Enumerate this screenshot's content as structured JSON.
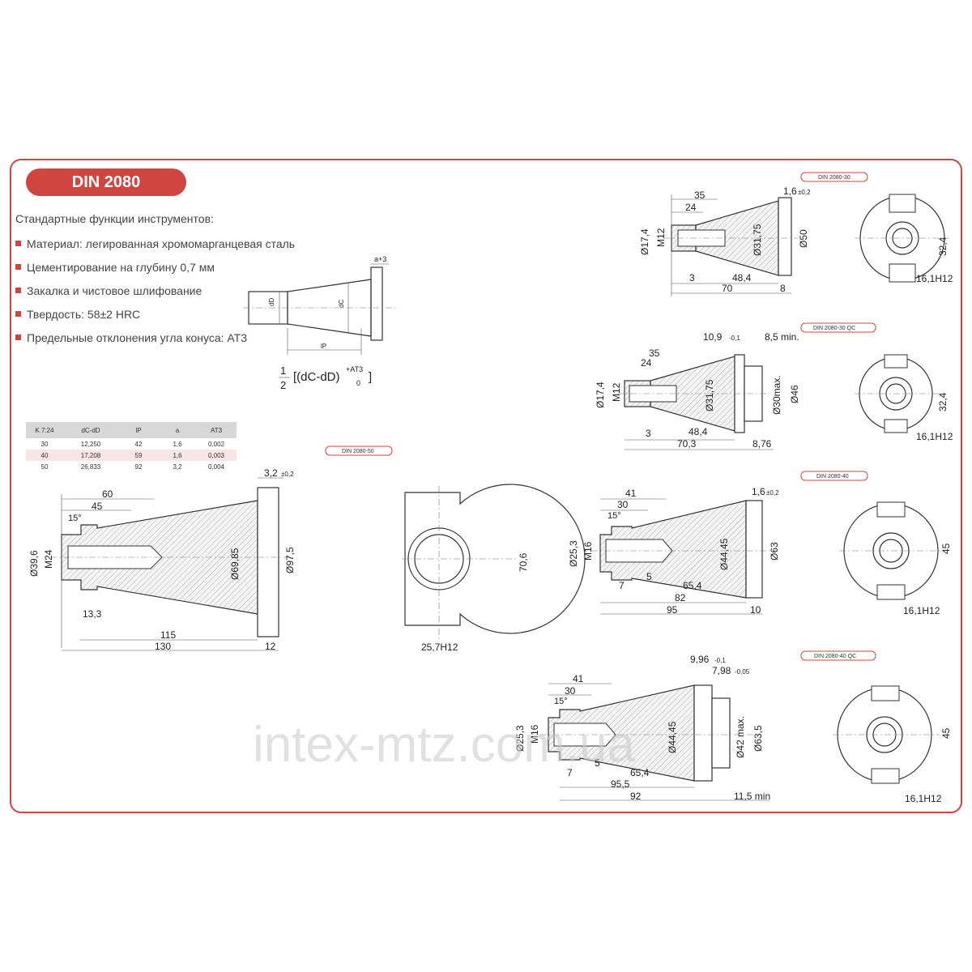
{
  "header": {
    "title": "DIN 2080"
  },
  "features": {
    "heading": "Стандартные функции инструментов:",
    "items": [
      "Материал: легированная хромомарганцевая сталь",
      "Цементирование на глубину 0,7 мм",
      "Закалка и чистовое шлифование",
      "Твердость: 58±2 HRC",
      "Предельные отклонения угла конуса: АТ3"
    ],
    "bullet_color": "#d0453f"
  },
  "formula": {
    "fraction_num": "1",
    "fraction_den": "2",
    "body": "[(dC-dD)",
    "sup": "+AT3",
    "sub": "0",
    "close": "]",
    "label_a": "a+3",
    "label_dd": "dD",
    "label_dc": "dC",
    "label_lp": "lP"
  },
  "table": {
    "headers": [
      "K 7:24",
      "dC-dD",
      "lP",
      "a",
      "AT3"
    ],
    "rows": [
      [
        "30",
        "12,250",
        "42",
        "1,6",
        "0,002"
      ],
      [
        "40",
        "17,208",
        "59",
        "1,6",
        "0,003"
      ],
      [
        "50",
        "26,833",
        "92",
        "3,2",
        "0,004"
      ]
    ]
  },
  "tags": {
    "t30": "DIN 2080-30",
    "t30qc": "DIN 2080-30 QC",
    "t40": "DIN 2080-40",
    "t40qc": "DIN 2080-40 QC",
    "t50": "DIN 2080-50"
  },
  "dims_30": [
    "35",
    "24",
    "1,6",
    "±0,2",
    "Ø17,4",
    "M12",
    "Ø31,75",
    "Ø50",
    "3",
    "48,4",
    "70",
    "8",
    "32,4",
    "16,1H12"
  ],
  "dims_30qc": [
    "10,9",
    "-0,1",
    "8,5 min.",
    "35",
    "24",
    "Ø17,4",
    "M12",
    "Ø31,75",
    "Ø30max.",
    "Ø46",
    "3",
    "48,4",
    "70,3",
    "8,76",
    "32,4",
    "16,1H12"
  ],
  "dims_50": [
    "3,2",
    "±0,2",
    "60",
    "45",
    "15°",
    "Ø39,6",
    "M24",
    "Ø69,85",
    "Ø97,5",
    "13,3",
    "115",
    "130",
    "12",
    "70,6",
    "25,7H12"
  ],
  "dims_40": [
    "41",
    "30",
    "1,6",
    "±0,2",
    "15°",
    "Ø25,3",
    "M16",
    "Ø44,45",
    "Ø63",
    "7",
    "5",
    "65,4",
    "82",
    "95",
    "10",
    "45",
    "16,1H12"
  ],
  "dims_40qc": [
    "9,96",
    "-0,1",
    "7,98",
    "-0,05",
    "41",
    "30",
    "15°",
    "Ø25,3",
    "M16",
    "Ø44,45",
    "Ø42 max.",
    "Ø63,5",
    "7",
    "5",
    "65,4",
    "95,5",
    "92",
    "11,5 min",
    "45",
    "16,1H12"
  ],
  "watermark": "intex-mtz.com.ua",
  "colors": {
    "accent": "#d0453f",
    "line": "#333333",
    "table_header": "#d8d8d8",
    "table_highlight": "#f7e6e3"
  }
}
